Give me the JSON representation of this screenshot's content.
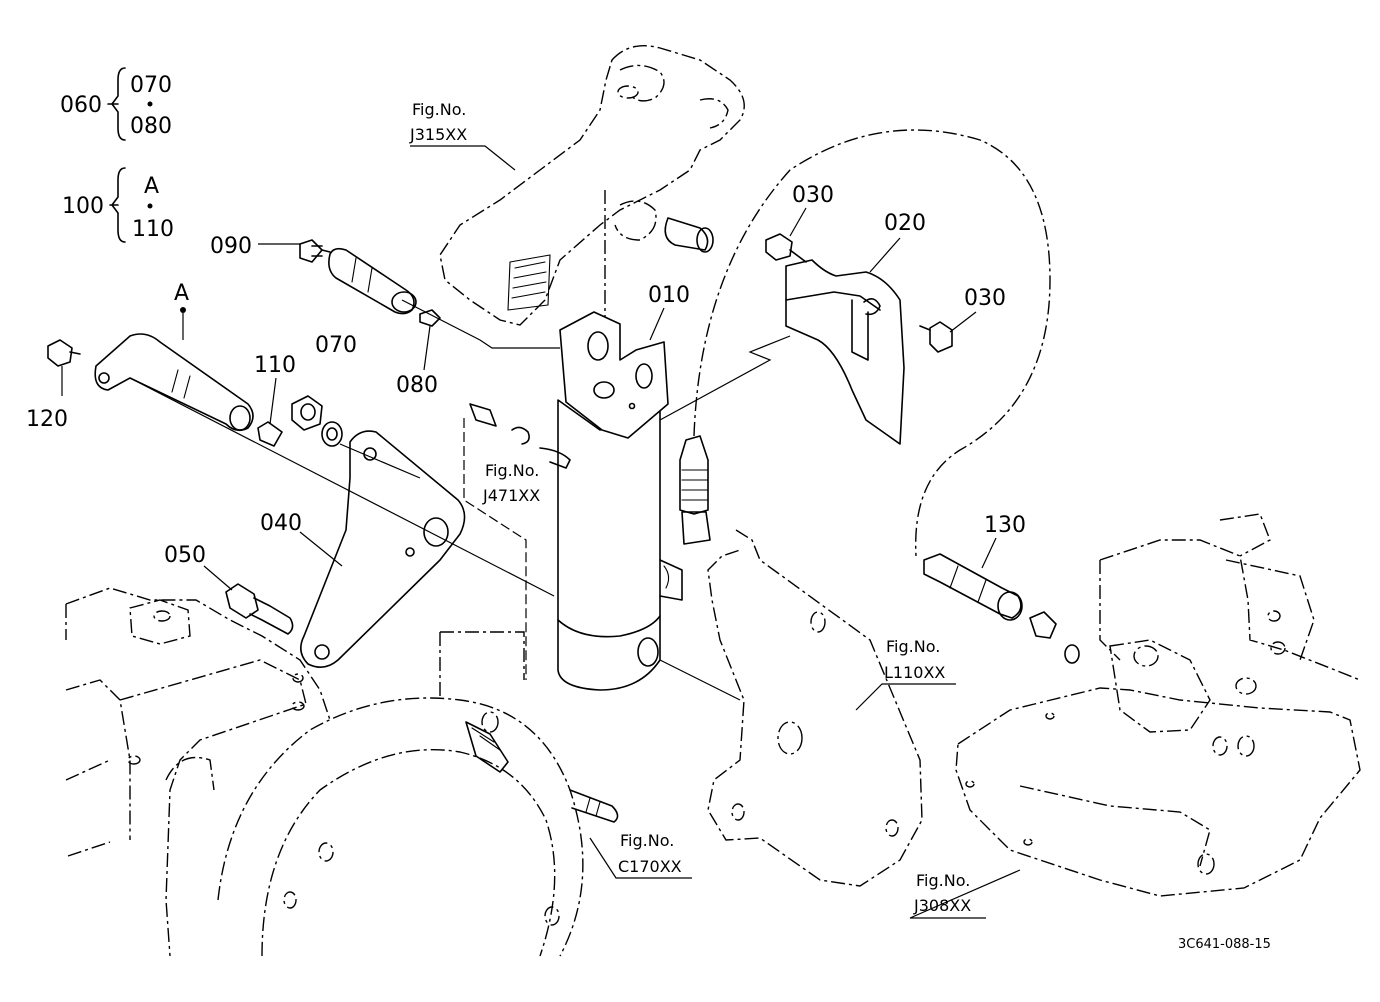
{
  "drawing_code": "3C641-088-15",
  "fig_prefix": "Fig.No.",
  "fig_refs": {
    "j315": "J315XX",
    "j471": "J471XX",
    "l110": "L110XX",
    "c170": "C170XX",
    "j308": "J308XX"
  },
  "parts": {
    "p010": "010",
    "p020": "020",
    "p030": "030",
    "p040": "040",
    "p050": "050",
    "p060": "060",
    "p070": "070",
    "p080": "080",
    "p090": "090",
    "p100": "100",
    "p110": "110",
    "p120": "120",
    "p130": "130",
    "refA": "A"
  }
}
